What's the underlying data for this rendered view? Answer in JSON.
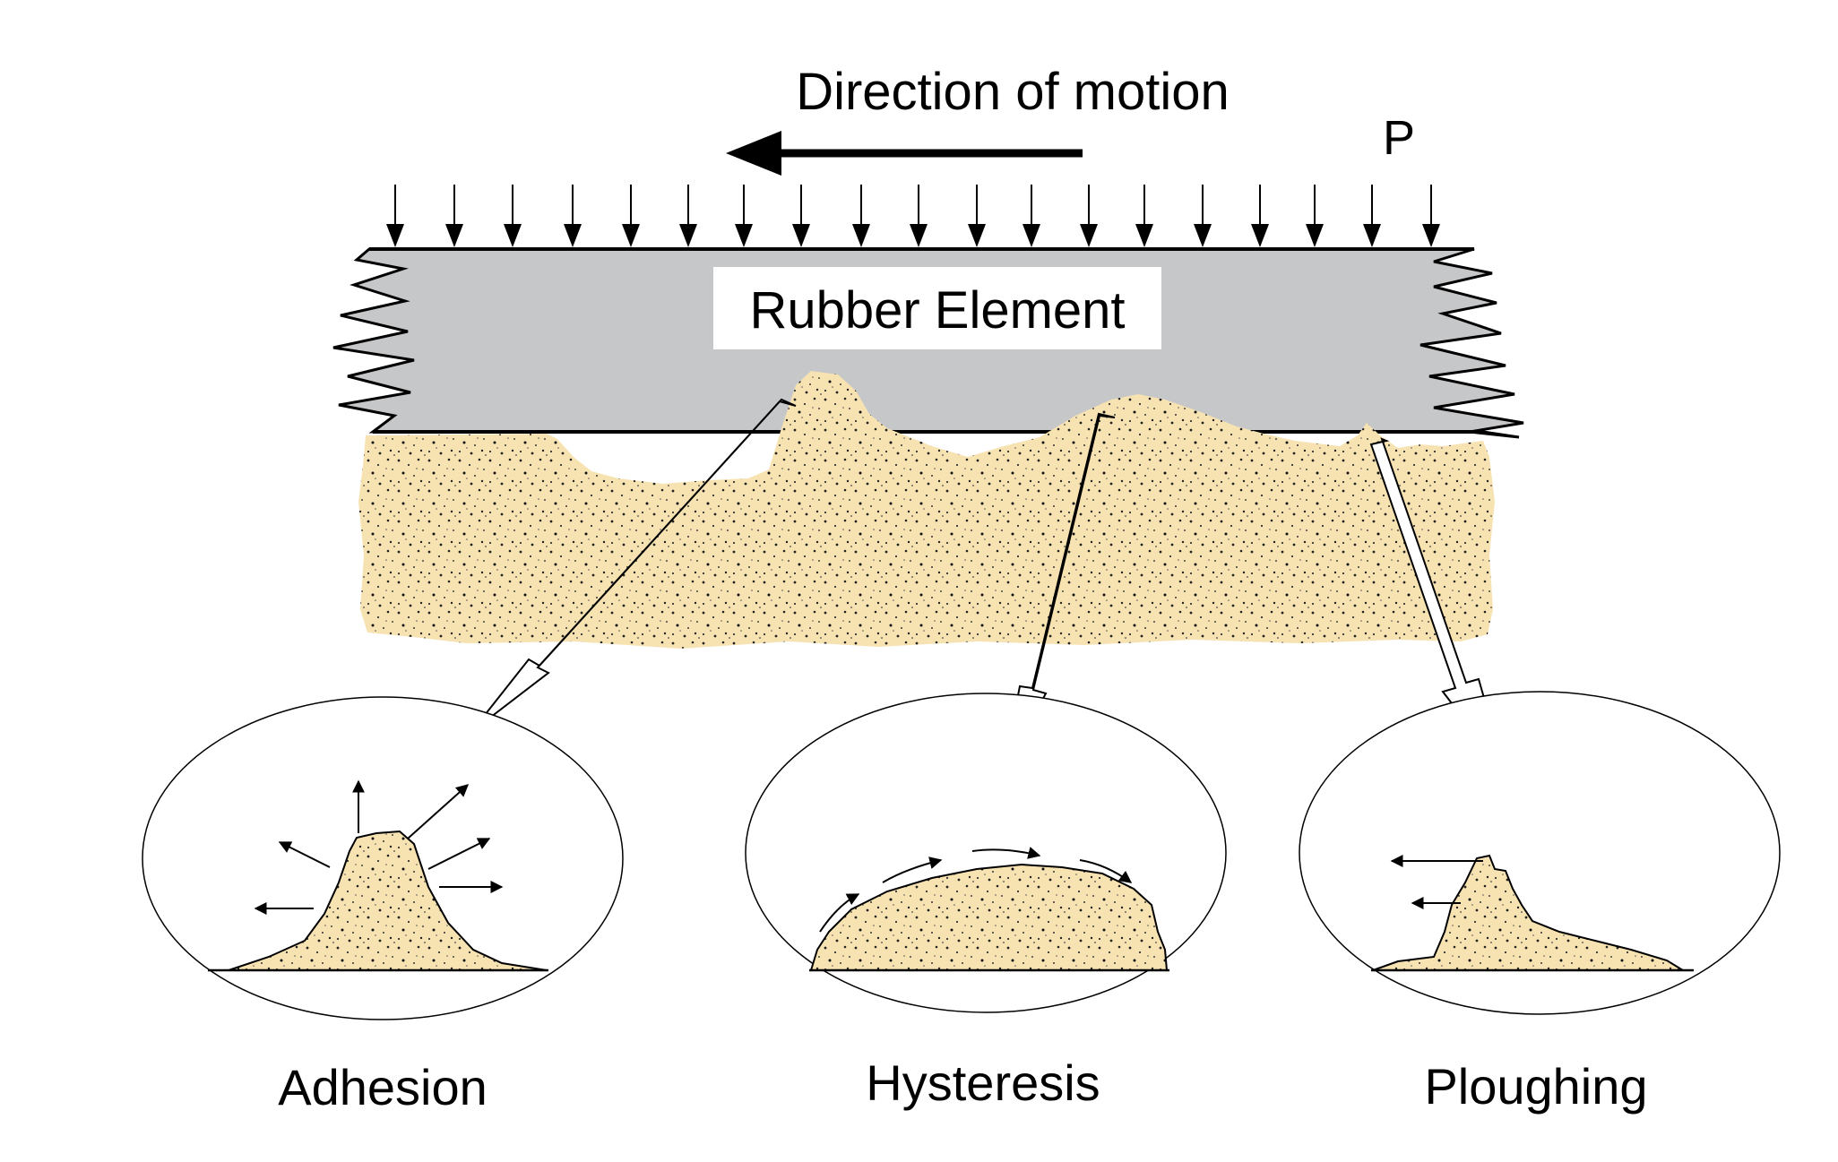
{
  "diagram": {
    "motion_label": "Direction of motion",
    "pressure_label": "P",
    "rubber_label": "Rubber Element",
    "mechanisms": [
      {
        "id": "adhesion",
        "label": "Adhesion"
      },
      {
        "id": "hysteresis",
        "label": "Hysteresis"
      },
      {
        "id": "ploughing",
        "label": "Ploughing"
      }
    ]
  },
  "colors": {
    "rubber": "#c6c7c9",
    "aggregate": "#f7e2b2",
    "ink": "#000000",
    "background": "#ffffff"
  }
}
